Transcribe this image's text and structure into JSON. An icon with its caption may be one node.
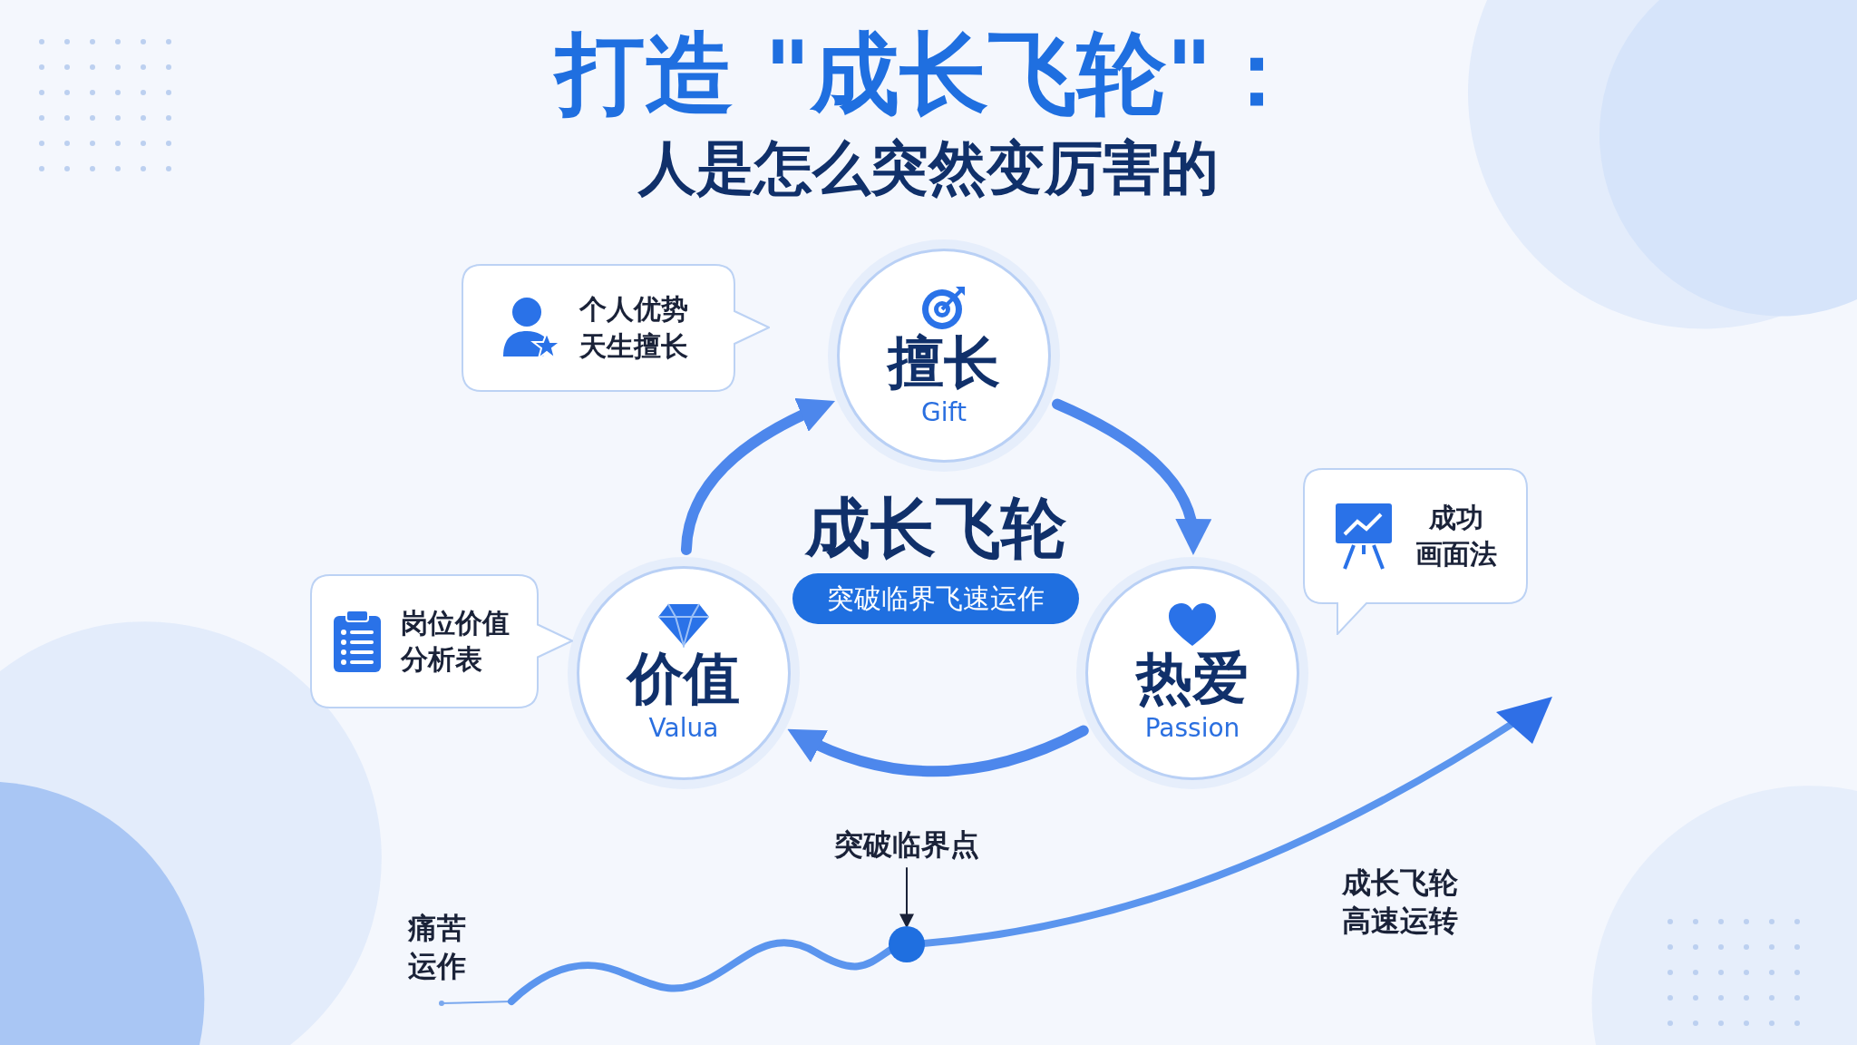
{
  "diagram": {
    "title": "打造 \"成长飞轮\"：",
    "nodes": [
      {
        "text": [
          "擅长",
          "Gift"
        ]
      },
      {
        "text": [
          "热爱",
          "Passion"
        ]
      },
      {
        "text": [
          "价值",
          "Valua"
        ]
      },
      {
        "text": [
          "个人优势天生擅长"
        ]
      },
      {
        "text": [
          "成功",
          "画面法"
        ]
      },
      {
        "text": [
          "岗位价值分析表"
        ]
      },
      {
        "text": [
          "突破临界飞速运作"
        ]
      },
      {
        "text": [
          "突破临界点"
        ]
      },
      {
        "text": [],
        "shape": "circle"
      }
    ],
    "edges": [
      {
        "from": 0,
        "to": 1,
        "arrow": "to"
      },
      {
        "from": 1,
        "to": 2,
        "arrow": "to"
      },
      {
        "from": 2,
        "to": 0,
        "arrow": "to"
      },
      {
        "from": 7,
        "to": 8,
        "arrow": "to",
        "color": "#1a2238"
      }
    ],
    "labels": [
      "人是怎么突然变厉害的",
      "成长飞轮",
      "痛苦运作",
      "成长飞轮高速运转"
    ]
  }
}
